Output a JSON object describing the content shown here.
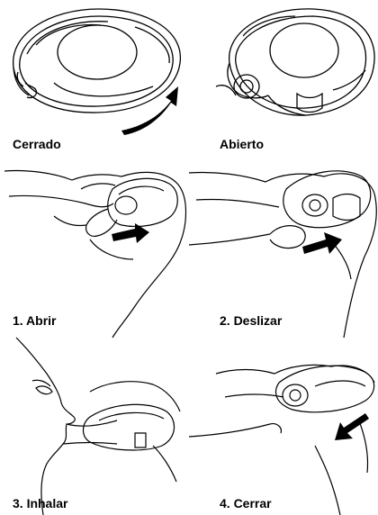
{
  "captions": {
    "closed": "Cerrado",
    "open": "Abierto",
    "step1": "1. Abrir",
    "step2": "2. Deslizar",
    "step3": "3. Inhalar",
    "step4": "4. Cerrar"
  }
}
